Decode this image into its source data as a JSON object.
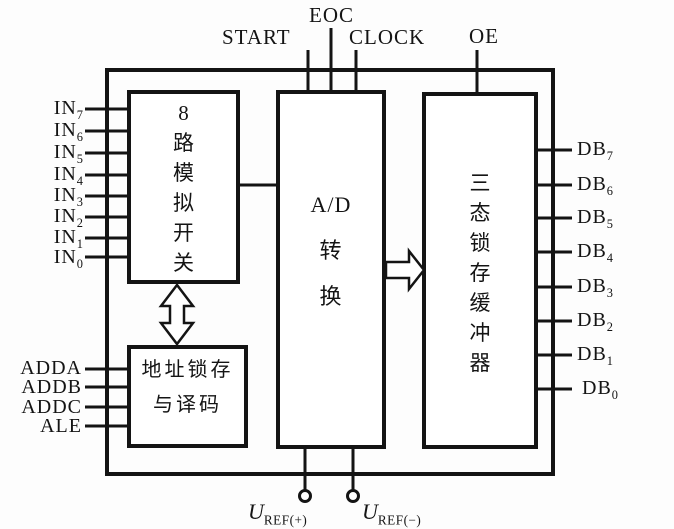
{
  "pins": {
    "top": [
      "START",
      "EOC",
      "CLOCK",
      "OE"
    ],
    "left_inputs": [
      {
        "base": "IN",
        "sub": "7"
      },
      {
        "base": "IN",
        "sub": "6"
      },
      {
        "base": "IN",
        "sub": "5"
      },
      {
        "base": "IN",
        "sub": "4"
      },
      {
        "base": "IN",
        "sub": "3"
      },
      {
        "base": "IN",
        "sub": "2"
      },
      {
        "base": "IN",
        "sub": "1"
      },
      {
        "base": "IN",
        "sub": "0"
      }
    ],
    "address": [
      "ADDA",
      "ADDB",
      "ADDC",
      "ALE"
    ],
    "data_outputs": [
      {
        "base": "DB",
        "sub": "7"
      },
      {
        "base": "DB",
        "sub": "6"
      },
      {
        "base": "DB",
        "sub": "5"
      },
      {
        "base": "DB",
        "sub": "4"
      },
      {
        "base": "DB",
        "sub": "3"
      },
      {
        "base": "DB",
        "sub": "2"
      },
      {
        "base": "DB",
        "sub": "1"
      },
      {
        "base": "DB",
        "sub": "0"
      }
    ],
    "reference": [
      {
        "base": "U",
        "sub": "REF(+)"
      },
      {
        "base": "U",
        "sub": "REF(−)"
      }
    ]
  },
  "blocks": {
    "analog_switch": {
      "chars": [
        "8",
        "路",
        "模",
        "拟",
        "开",
        "关"
      ]
    },
    "ad_converter": {
      "lines": [
        "A/D",
        "转",
        "换"
      ]
    },
    "tristate_buffer": {
      "chars": [
        "三",
        "态",
        "锁",
        "存",
        "缓",
        "冲",
        "器"
      ]
    },
    "address_latch": {
      "lines": [
        "地址锁存",
        "与译码"
      ]
    }
  },
  "colors": {
    "line": "#141414",
    "background": "#fdfdfd"
  }
}
